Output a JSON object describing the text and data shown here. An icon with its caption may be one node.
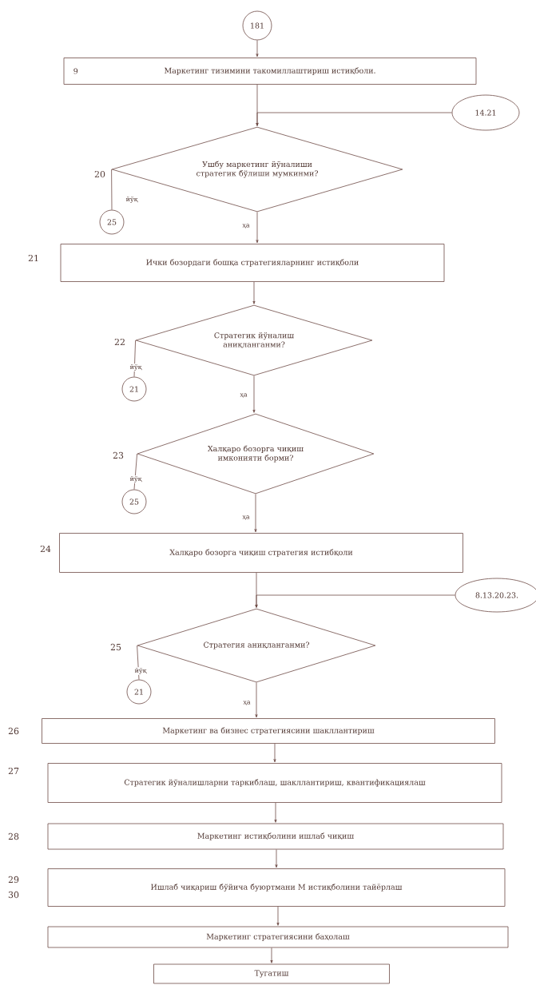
{
  "diagram": {
    "nodes": [
      {
        "text": [
          "181"
        ]
      },
      {
        "text": [
          "9",
          "Маркетинг тизимини такомиллаштириш истиқболи."
        ]
      },
      {
        "text": [
          "14.21"
        ]
      },
      {
        "text": [
          "Ушбу маркетинг йўналиши стратегик бўлиши мумкинми?"
        ],
        "beside": [
          "20"
        ]
      },
      {
        "text": [
          "25"
        ]
      },
      {
        "text": [
          "Ички бозордаги бошқа стратегияларнинг истиқболи"
        ],
        "beside": [
          "21"
        ]
      },
      {
        "text": [
          "Стратегик йўналиш аниқланганми?"
        ],
        "beside": [
          "22"
        ]
      },
      {
        "text": [
          "21"
        ]
      },
      {
        "text": [
          "Халқаро бозорга чиқиш имконияти борми?"
        ],
        "beside": [
          "23"
        ]
      },
      {
        "text": [
          "25"
        ]
      },
      {
        "text": [
          "Халқаро бозорга чиқиш стратегия истибқоли"
        ],
        "beside": [
          "24"
        ]
      },
      {
        "text": [
          "8.13.20.23."
        ]
      },
      {
        "text": [
          "Стратегия аниқланганми?"
        ],
        "beside": [
          "25"
        ]
      },
      {
        "text": [
          "21"
        ]
      },
      {
        "text": [
          "Маркетинг ва бизнес стратегиясини шакллантириш"
        ],
        "beside": [
          "26"
        ]
      },
      {
        "text": [
          "Стратегик йўналишларни таркиблаш, шакллантириш, квантификациялаш"
        ],
        "beside": [
          "27"
        ]
      },
      {
        "text": [
          "Маркетинг истиқболини ишлаб чиқиш"
        ],
        "beside": [
          "28"
        ]
      },
      {
        "text": [
          "Ишлаб чиқариш бўйича буюртмани М истиқболини тайёрлаш"
        ],
        "beside": [
          "29",
          "30"
        ]
      },
      {
        "text": [
          "Маркетинг стратегиясини баҳолаш"
        ]
      },
      {
        "text": [
          "Тугатиш"
        ]
      }
    ],
    "edges": [
      {
        "from": 0,
        "to": 1,
        "arrow": "to"
      },
      {
        "from": 1,
        "to": 3,
        "arrow": "to"
      },
      {
        "from": 2,
        "to": 3,
        "arrow": "to"
      },
      {
        "from": 3,
        "to": 4,
        "arrow": "none",
        "label": "йўқ"
      },
      {
        "from": 3,
        "to": 5,
        "arrow": "to",
        "label": "ҳа"
      },
      {
        "from": 5,
        "to": 6,
        "arrow": "to"
      },
      {
        "from": 6,
        "to": 7,
        "arrow": "none",
        "label": "йўқ"
      },
      {
        "from": 6,
        "to": 8,
        "arrow": "to",
        "label": "ҳа"
      },
      {
        "from": 8,
        "to": 9,
        "arrow": "none",
        "label": "йўқ"
      },
      {
        "from": 8,
        "to": 10,
        "arrow": "to",
        "label": "ҳа"
      },
      {
        "from": 10,
        "to": 12,
        "arrow": "to"
      },
      {
        "from": 11,
        "to": 12,
        "arrow": "to"
      },
      {
        "from": 12,
        "to": 13,
        "arrow": "none",
        "label": "йўқ"
      },
      {
        "from": 12,
        "to": 14,
        "arrow": "to",
        "label": "ҳа"
      },
      {
        "from": 14,
        "to": 15,
        "arrow": "to"
      },
      {
        "from": 15,
        "to": 16,
        "arrow": "to"
      },
      {
        "from": 16,
        "to": 17,
        "arrow": "to"
      },
      {
        "from": 17,
        "to": 18,
        "arrow": "to"
      },
      {
        "from": 18,
        "to": 19,
        "arrow": "to"
      }
    ]
  }
}
